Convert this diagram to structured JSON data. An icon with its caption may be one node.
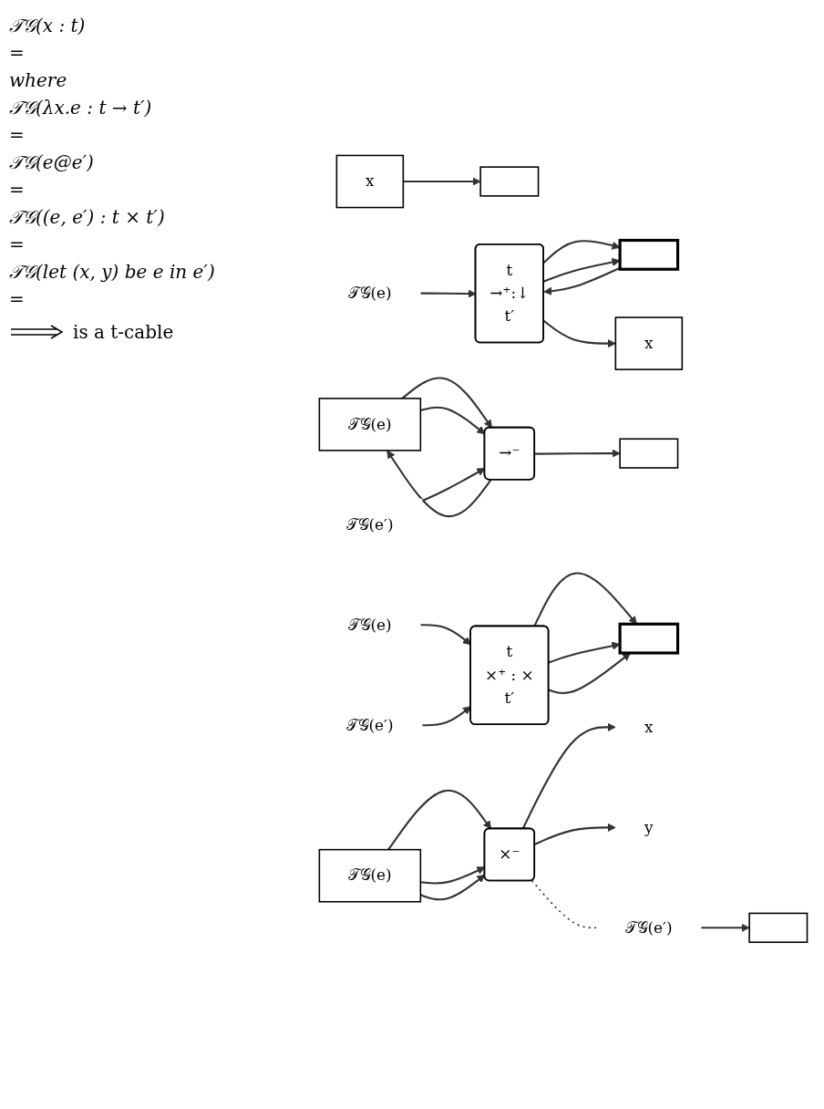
{
  "diagram": {
    "nodes": [
      {
        "text": [
          "x"
        ]
      },
      {
        "text": [],
        "shape": "box"
      },
      {
        "text": [
          "t",
          "→⁺:↓",
          "t′"
        ]
      },
      {
        "text": [],
        "shape": "bar"
      },
      {
        "text": [
          "x"
        ]
      },
      {
        "text": [
          "𝒯𝒢(e)"
        ]
      },
      {
        "text": [
          "𝒯𝒢(e)"
        ]
      },
      {
        "text": [
          "→⁻"
        ]
      },
      {
        "text": [],
        "shape": "box"
      },
      {
        "text": [
          "𝒯𝒢(e′)"
        ]
      },
      {
        "text": [
          "t",
          "×⁺ : ×",
          "t′"
        ]
      },
      {
        "text": [],
        "shape": "bar"
      },
      {
        "text": [
          "𝒯𝒢(e)"
        ]
      },
      {
        "text": [
          "𝒯𝒢(e′)"
        ]
      },
      {
        "text": [
          "𝒯𝒢(e)"
        ]
      },
      {
        "text": [
          "×⁻"
        ]
      },
      {
        "text": [
          "x"
        ]
      },
      {
        "text": [
          "y"
        ]
      },
      {
        "text": [
          "𝒯𝒢(e′)"
        ]
      },
      {
        "text": [],
        "shape": "box"
      }
    ],
    "edges": [
      {
        "from": 0,
        "to": 1,
        "arrow": "to"
      },
      {
        "from": 3,
        "to": 2,
        "arrow": "to"
      },
      {
        "from": 2,
        "to": 3,
        "arrow": "to"
      },
      {
        "from": 2,
        "to": 3,
        "arrow": "to"
      },
      {
        "from": 2,
        "to": 4,
        "arrow": "to"
      },
      {
        "from": 5,
        "to": 2,
        "arrow": "to"
      },
      {
        "from": 7,
        "to": 6,
        "arrow": "to"
      },
      {
        "from": 6,
        "to": 7,
        "arrow": "to"
      },
      {
        "from": 6,
        "to": 7,
        "arrow": "to"
      },
      {
        "from": 9,
        "to": 7,
        "arrow": "to"
      },
      {
        "from": 7,
        "to": 8,
        "arrow": "to"
      },
      {
        "from": 10,
        "to": 11,
        "arrow": "to"
      },
      {
        "from": 10,
        "to": 11,
        "arrow": "to"
      },
      {
        "from": 10,
        "to": 11,
        "arrow": "to"
      },
      {
        "from": 12,
        "to": 10,
        "arrow": "to"
      },
      {
        "from": 13,
        "to": 10,
        "arrow": "to"
      },
      {
        "from": 14,
        "to": 15,
        "arrow": "to"
      },
      {
        "from": 14,
        "to": 15,
        "arrow": "to"
      },
      {
        "from": 14,
        "to": 15,
        "arrow": "to"
      },
      {
        "from": 15,
        "to": 16,
        "arrow": "to"
      },
      {
        "from": 15,
        "to": 17,
        "arrow": "to"
      },
      {
        "from": 15,
        "to": 18,
        "arrow": "none",
        "style": "dashed"
      },
      {
        "from": 18,
        "to": 19,
        "arrow": "to"
      }
    ],
    "labels": [
      "𝒯𝒢(x : t)",
      "=",
      "where",
      "𝒯𝒢(λx.e : t → t′)",
      "=",
      "𝒯𝒢(e@e′)",
      "=",
      "𝒯𝒢((e, e′) : t × t′)",
      "=",
      "𝒯𝒢(let (x, y) be e in e′)",
      "="
    ],
    "legend": [
      {
        "text": "is a t-cable"
      }
    ]
  }
}
